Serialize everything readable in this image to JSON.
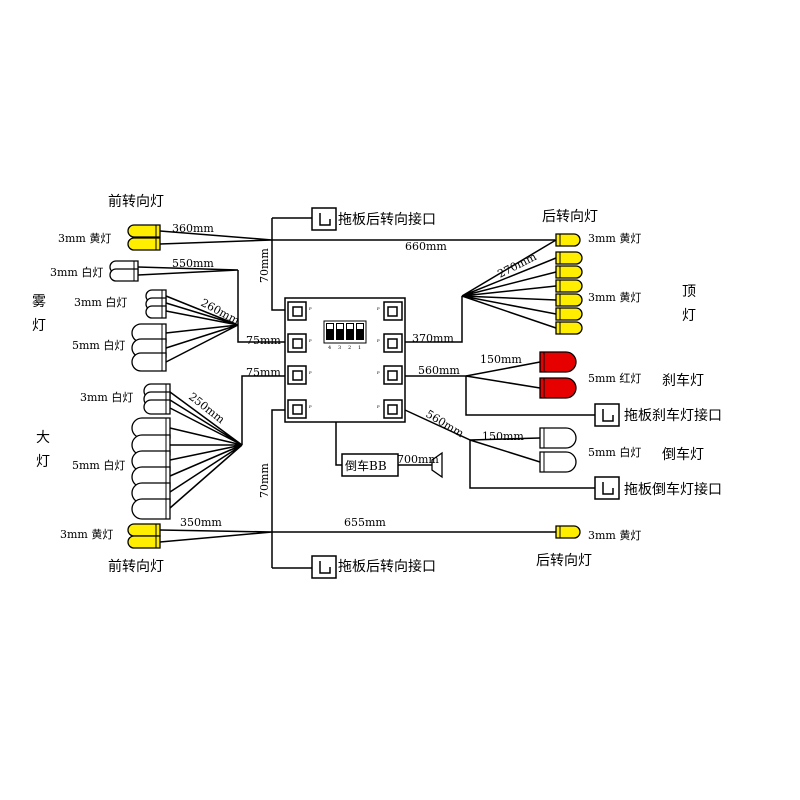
{
  "colors": {
    "yellow": "#ffee00",
    "red": "#e60000",
    "white": "#ffffff",
    "wire": "#000000"
  },
  "labels": {
    "front_turn_top": "前转向灯",
    "front_turn_bottom": "前转向灯",
    "rear_turn_top": "后转向灯",
    "rear_turn_bottom": "后转向灯",
    "trailer_rear_turn_top": "拖板后转向接口",
    "trailer_rear_turn_bottom": "拖板后转向接口",
    "fog_1": "雾",
    "fog_2": "灯",
    "big_1": "大",
    "big_2": "灯",
    "top_1": "顶",
    "top_2": "灯",
    "brake": "刹车灯",
    "reverse": "倒车灯",
    "trailer_brake": "拖板刹车灯接口",
    "trailer_reverse": "拖板倒车灯接口",
    "reverse_buzzer": "倒车BB",
    "spec_3mm_yellow_a": "3mm 黄灯",
    "spec_3mm_white_a": "3mm 白灯",
    "spec_3mm_white_b": "3mm 白灯",
    "spec_5mm_white_a": "5mm 白灯",
    "spec_3mm_white_c": "3mm 白灯",
    "spec_5mm_white_b": "5mm 白灯",
    "spec_3mm_yellow_b": "3mm 黄灯",
    "spec_3mm_yellow_c": "3mm 黄灯",
    "spec_3mm_yellow_d": "3mm 黄灯",
    "spec_5mm_red": "5mm 红灯",
    "spec_5mm_white_c": "5mm 白灯",
    "spec_3mm_yellow_e": "3mm 黄灯"
  },
  "lengths": {
    "l360": "360mm",
    "l660": "660mm",
    "l70_top": "70mm",
    "l550": "550mm",
    "l260": "260mm",
    "l75_a": "75mm",
    "l75_b": "75mm",
    "l250": "250mm",
    "l270": "270mm",
    "l370": "370mm",
    "l560_a": "560mm",
    "l150_a": "150mm",
    "l560_b": "560mm",
    "l150_b": "150mm",
    "l700": "700mm",
    "l70_bottom": "70mm",
    "l350": "350mm",
    "l655": "655mm"
  },
  "board": {
    "port_label": "P",
    "switch_numbers": [
      "4",
      "3",
      "2",
      "1"
    ]
  }
}
